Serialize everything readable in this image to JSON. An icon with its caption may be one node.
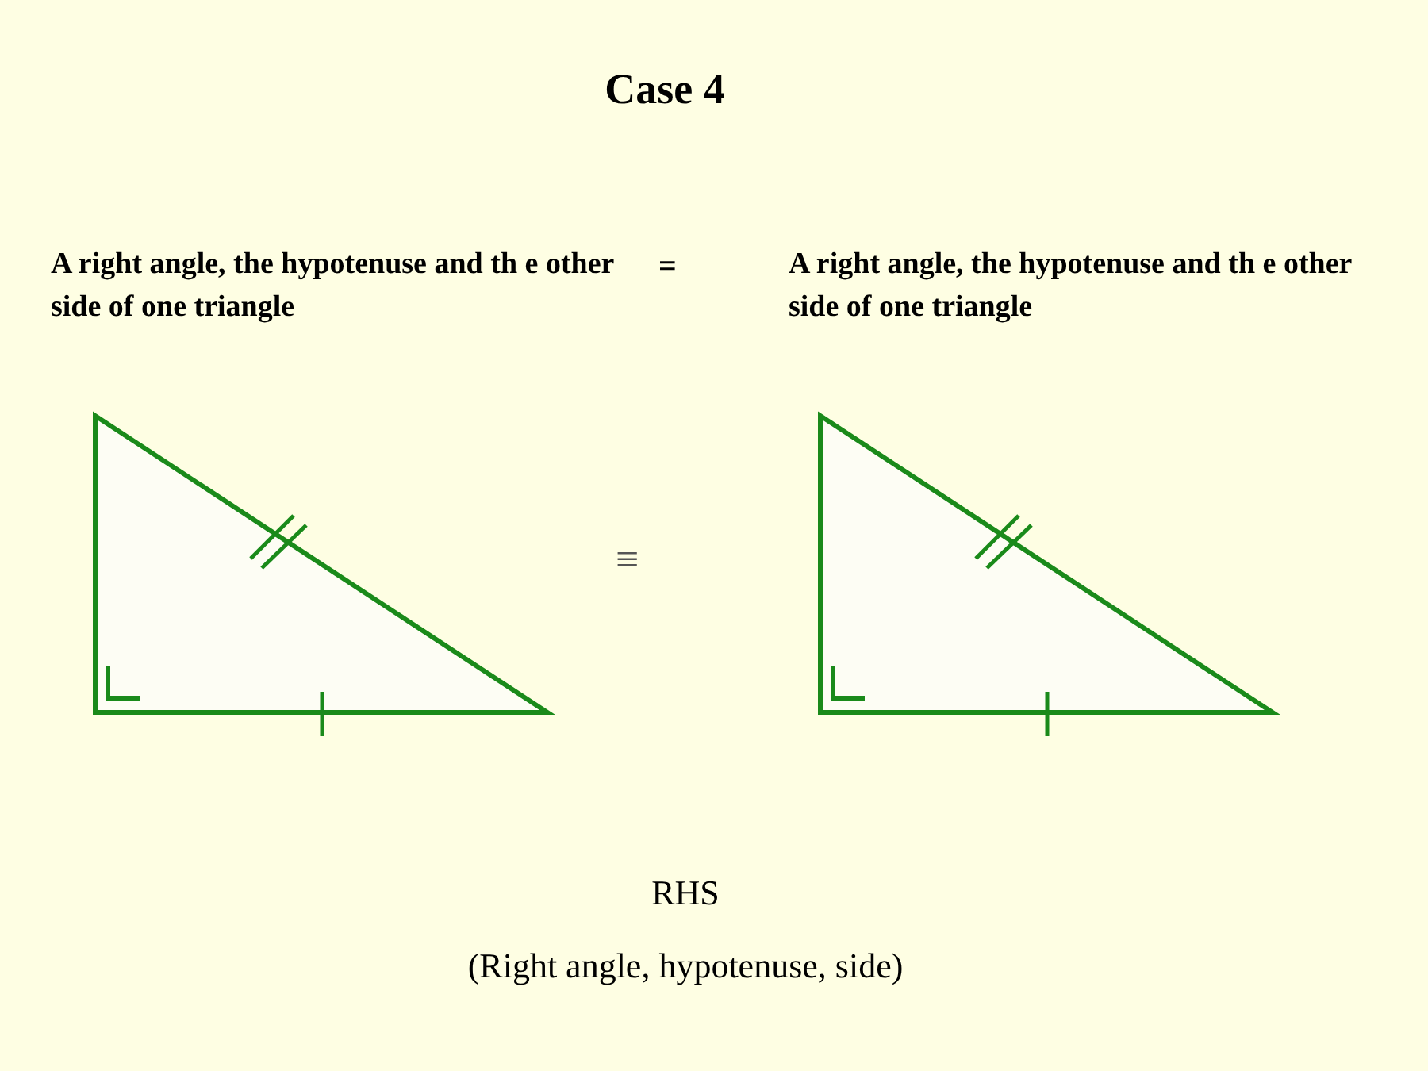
{
  "diagram": {
    "title": "Case 4",
    "labels": [
      "A right angle, the hypotenuse and th e other side of one triangle",
      "=",
      "A right angle, the hypotenuse and th e other side of one triangle",
      "≡",
      "RHS",
      "(Right angle, hypotenuse, side)"
    ]
  }
}
